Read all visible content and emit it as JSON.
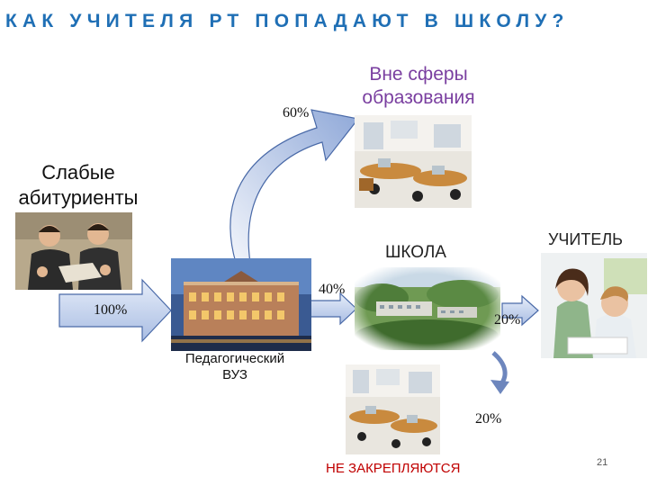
{
  "title": "КАК УЧИТЕЛЯ РТ ПОПАДАЮТ В ШКОЛУ?",
  "labels": {
    "outside": [
      "Вне сферы",
      "образования"
    ],
    "weak": [
      "Слабые",
      "абитуриенты"
    ],
    "school": "ШКОЛА",
    "teacher": "УЧИТЕЛЬ",
    "university": [
      "Педагогический",
      "ВУЗ"
    ],
    "not_retained": "НЕ ЗАКРЕПЛЯЮТСЯ"
  },
  "percentages": {
    "outside": "60%",
    "enter": "100%",
    "school": "40%",
    "teacher": "20%",
    "not_retained": "20%"
  },
  "page_number": "21",
  "colors": {
    "title": "#1f6fb5",
    "outside_label": "#7a3fa0",
    "not_retained_label": "#c00000",
    "arrow_fill": "#c9d6ef",
    "arrow_stroke": "#4a6aa8"
  },
  "icons": {
    "office_photo": "office-icon",
    "students_photo": "students-icon",
    "university_photo": "university-building-icon",
    "school_photo": "school-building-icon",
    "teacher_photo": "teacher-icon"
  }
}
